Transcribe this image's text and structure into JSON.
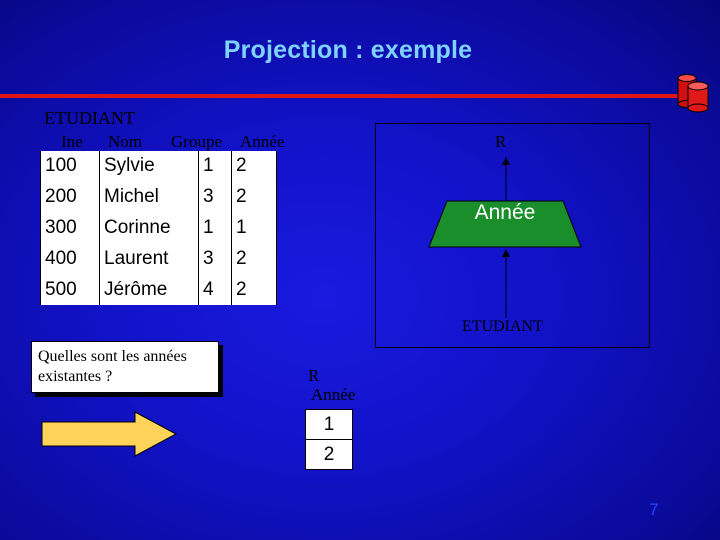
{
  "slide": {
    "title": "Projection : exemple",
    "page_number": "7"
  },
  "source_table": {
    "name": "ETUDIANT",
    "columns": [
      "Ine",
      "Nom",
      "Groupe",
      "Année"
    ],
    "rows": [
      [
        "100",
        "Sylvie",
        "1",
        "2"
      ],
      [
        "200",
        "Michel",
        "3",
        "2"
      ],
      [
        "300",
        "Corinne",
        "1",
        "1"
      ],
      [
        "400",
        "Laurent",
        "3",
        "2"
      ],
      [
        "500",
        "Jérôme",
        "4",
        "2"
      ]
    ]
  },
  "diagram": {
    "result_label": "R",
    "operator_label": "Année",
    "input_label": "ETUDIANT"
  },
  "question": "Quelles sont les années existantes  ?",
  "result_table": {
    "name": "R",
    "column": "Année",
    "values": [
      "1",
      "2"
    ]
  },
  "colors": {
    "title": "#7fd3ff",
    "rule": "#e21414",
    "operator_fill": "#1a8e2a",
    "arrow_fill": "#ffd35a",
    "cylinder": "#e01818"
  }
}
